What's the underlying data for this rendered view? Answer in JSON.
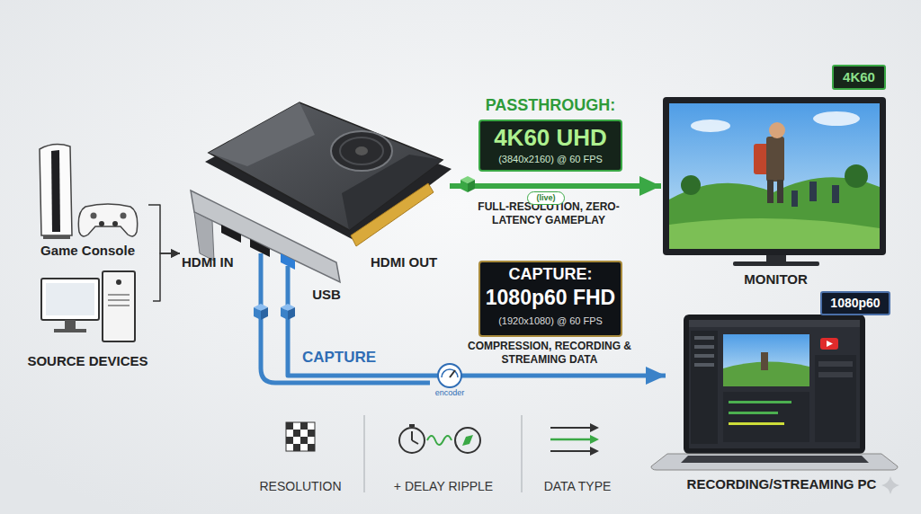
{
  "diagram": {
    "nodes": [
      {
        "text": [
          "Game Console"
        ]
      },
      {
        "text": [
          "SOURCE DEVICES"
        ]
      },
      {
        "text": [
          "HDMI IN",
          "USB",
          "HDMI OUT"
        ]
      },
      {
        "text": [
          "PASSTHROUGH:",
          "4K60 UHD",
          "(3840x2160) @ 60 FPS"
        ]
      },
      {
        "text": [
          "4K60",
          "MONITOR"
        ]
      },
      {
        "text": [
          "CAPTURE:",
          "1080p60 FHD",
          "(1920x1080) @ 60 FPS"
        ]
      },
      {
        "text": [
          "1080p60",
          "RECORDING/STREAMING PC"
        ]
      }
    ],
    "edges": [
      {
        "from": 0,
        "to": 2,
        "arrow": "to"
      },
      {
        "from": 1,
        "to": 2,
        "arrow": "to"
      },
      {
        "from": 2,
        "to": 4,
        "arrow": "to",
        "label": "(live)"
      },
      {
        "from": 2,
        "to": 6,
        "arrow": "to",
        "label": "CAPTURE"
      }
    ],
    "labels": [
      "FULL-RESOLUTION, ZERO-LATENCY GAMEPLAY",
      "COMPRESSION, RECORDING & STREAMING DATA",
      "encoder"
    ],
    "legend": [
      {
        "text": "RESOLUTION"
      },
      {
        "text": "+ DELAY RIPPLE"
      },
      {
        "text": "DATA TYPE"
      }
    ]
  }
}
